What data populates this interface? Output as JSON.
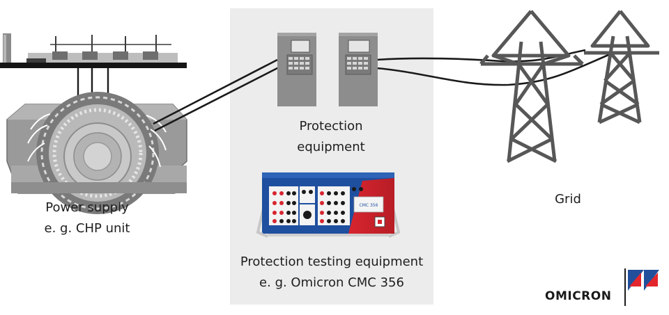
{
  "labels": {
    "power_line1": "Power supply",
    "power_line2": "e. g. CHP unit",
    "protection_line1": "Protection",
    "protection_line2": "equipment",
    "testing_line1": "Protection testing equipment",
    "testing_line2": "e. g. Omicron CMC 356",
    "grid": "Grid"
  },
  "device_label": "CMC 356",
  "logo": {
    "text": "OMICRON"
  },
  "colors": {
    "panel_bg": "#ececec",
    "line": "#1a1a1a",
    "tower": "#575757",
    "relay_body": "#8d8d8d",
    "cmc_blue": "#1f4f9f",
    "cmc_red": "#d7252f",
    "logo_blue": "#214f9c",
    "logo_red": "#e3262d"
  }
}
